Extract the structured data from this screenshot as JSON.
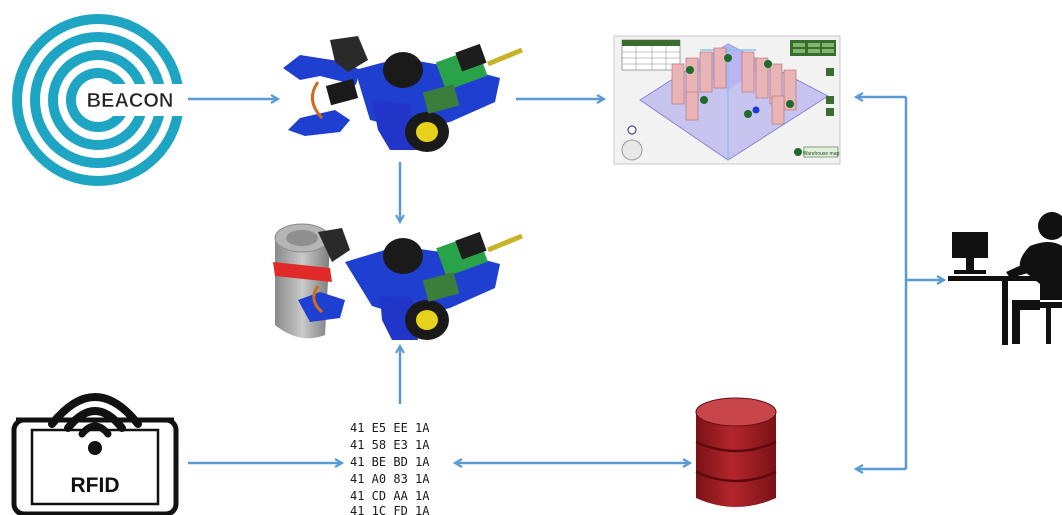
{
  "beacon": {
    "label": "BEACON"
  },
  "rfid": {
    "label": "RFID"
  },
  "rfid_codes": [
    "41 E5 EE 1A",
    "41 58 E3 1A",
    "41 BE BD 1A",
    "41 A0 83 1A",
    "41 CD AA 1A",
    "41 1C FD 1A"
  ],
  "map_view": {
    "button_label": "Warehouse map"
  },
  "colors": {
    "arrow": "#5b9bd5",
    "beacon_ring": "#1ea5c4",
    "robot_blue": "#1f3fd1",
    "database": "#a31f24",
    "rack": "#e9b4b6",
    "operator": "#111111"
  }
}
